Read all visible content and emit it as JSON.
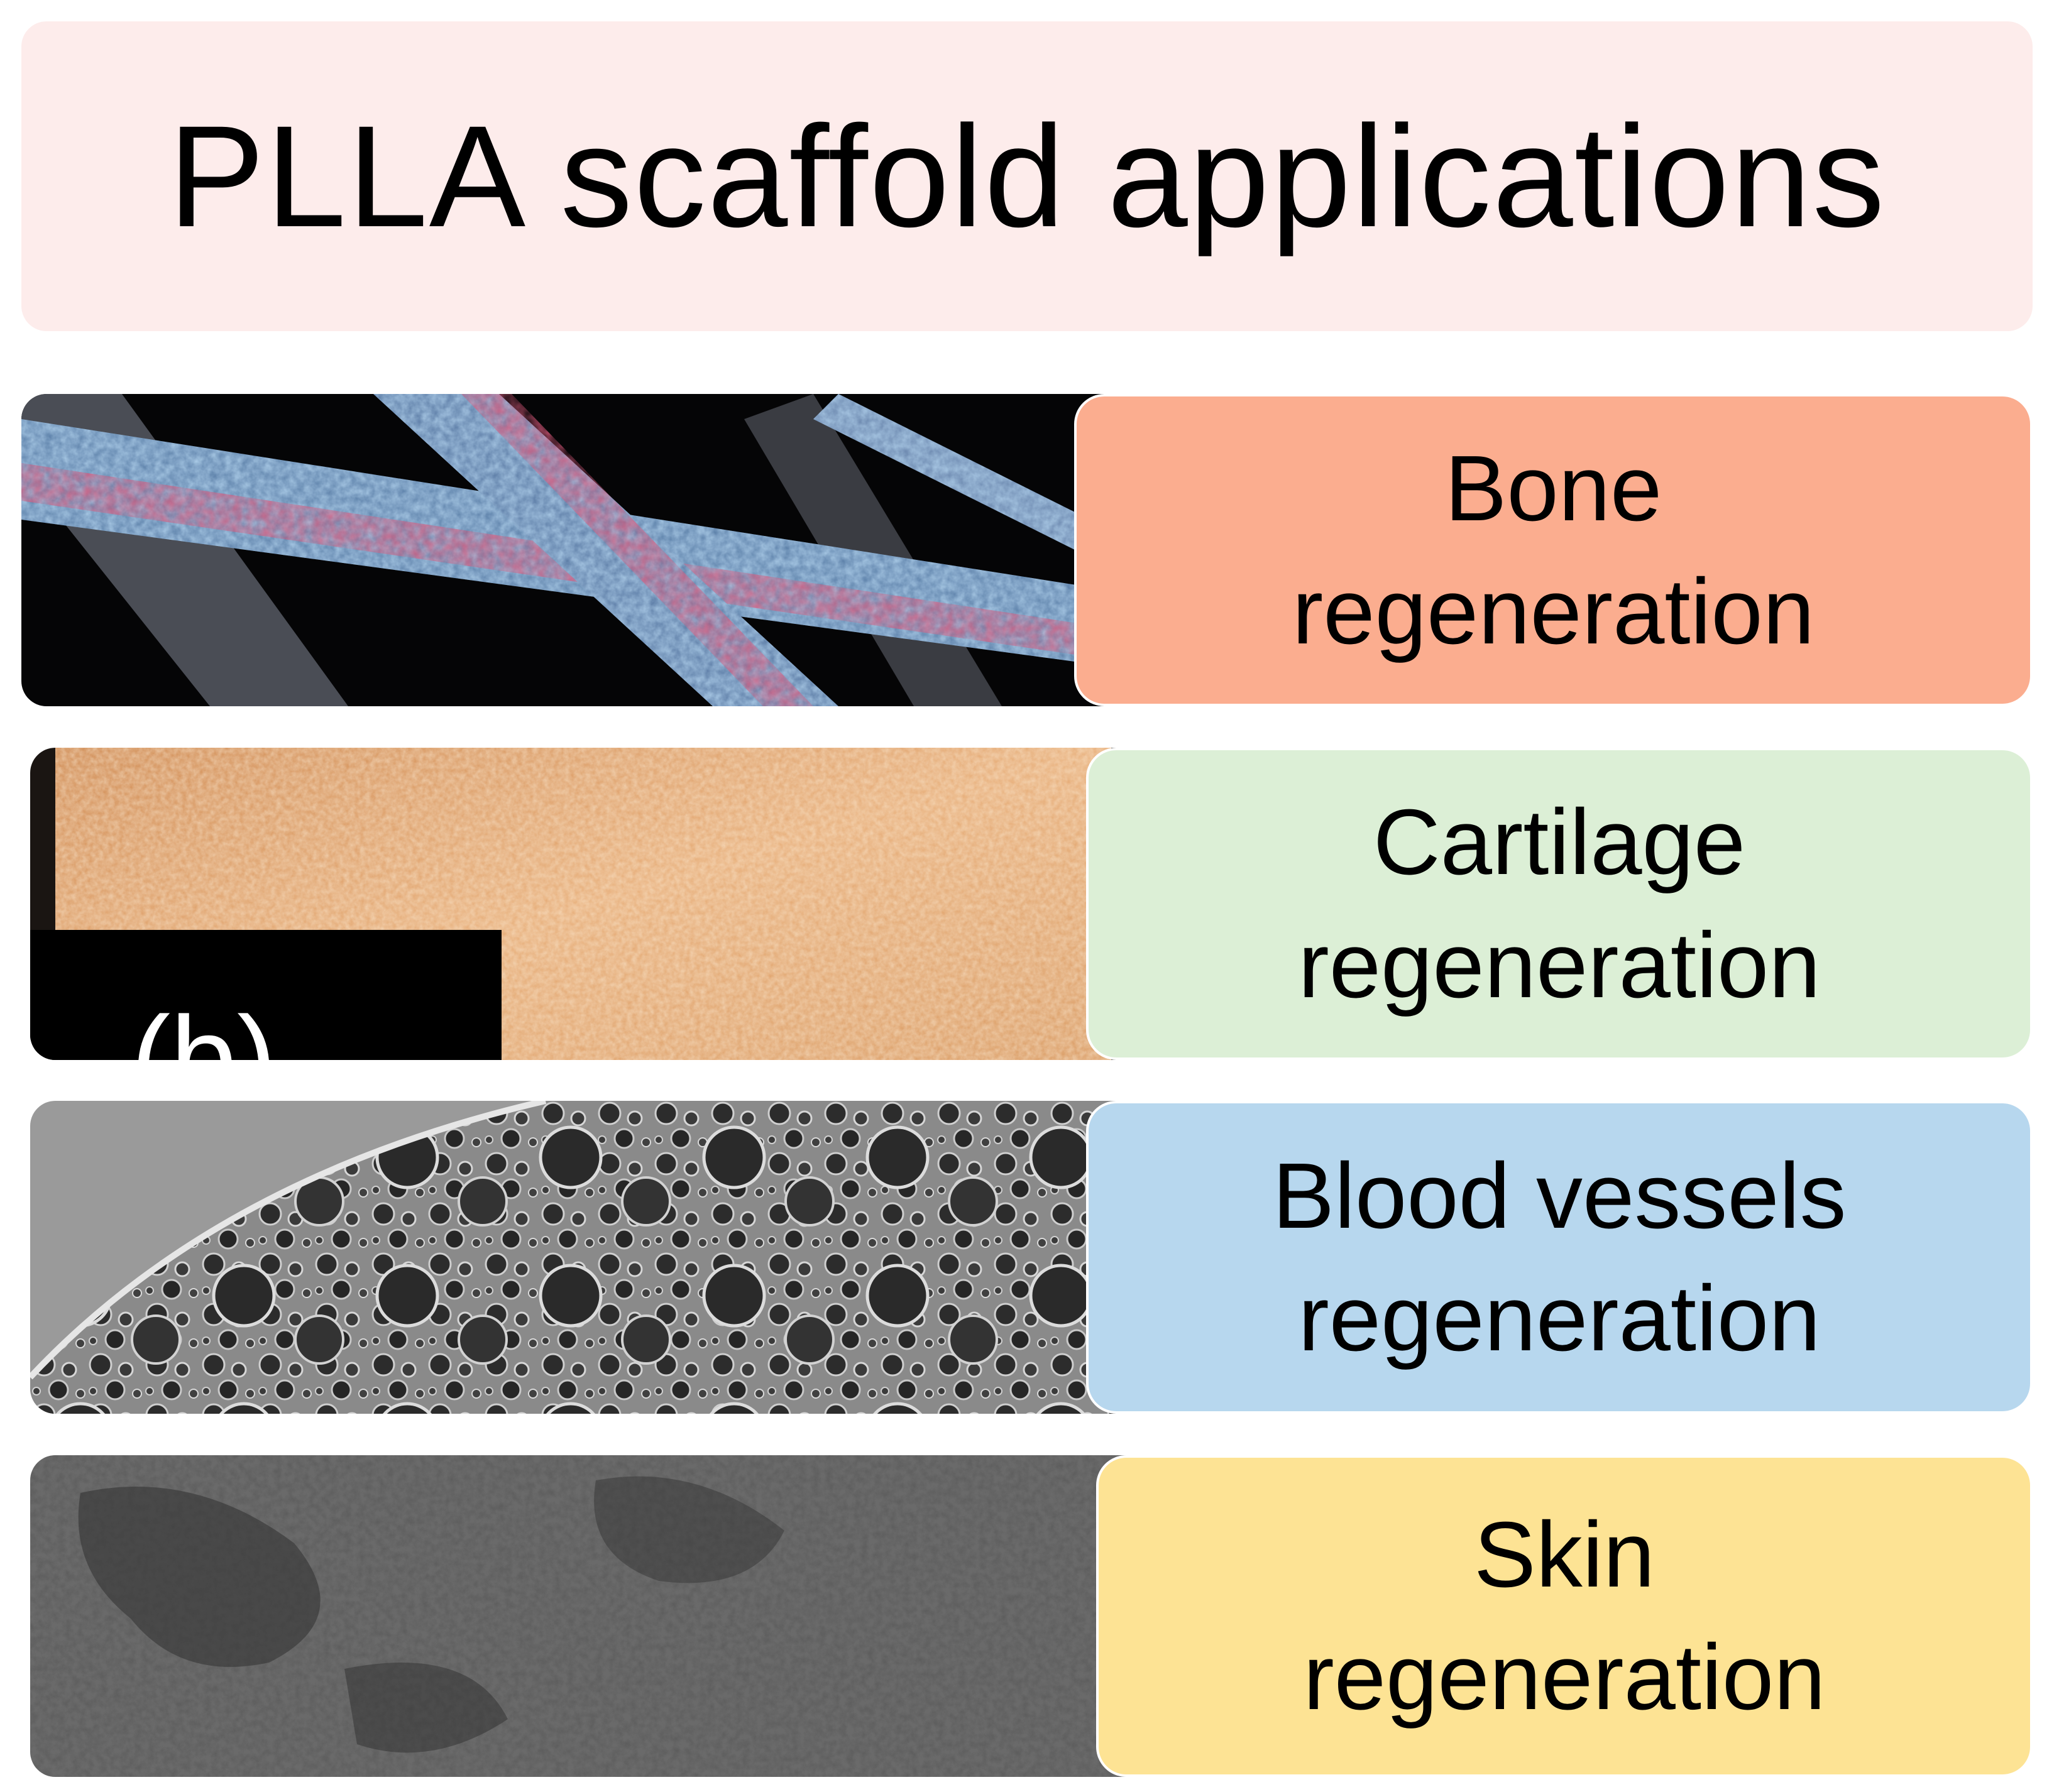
{
  "title": "PLLA scaffold applications",
  "applications": [
    {
      "line1": "Bone",
      "line2": "regeneration",
      "color": "#fbad8f",
      "image": "bone-scaffold-micrograph"
    },
    {
      "line1": "Cartilage",
      "line2": "regeneration",
      "color": "#dcefd6",
      "image": "cartilage-tissue-photo",
      "image_overlay_label": "(b)"
    },
    {
      "line1": "Blood vessels",
      "line2": "regeneration",
      "color": "#b7d7ee",
      "image": "porous-vessel-cross-section"
    },
    {
      "line1": "Skin",
      "line2": "regeneration",
      "color": "#fde394",
      "image": "skin-scaffold-micrograph"
    }
  ]
}
